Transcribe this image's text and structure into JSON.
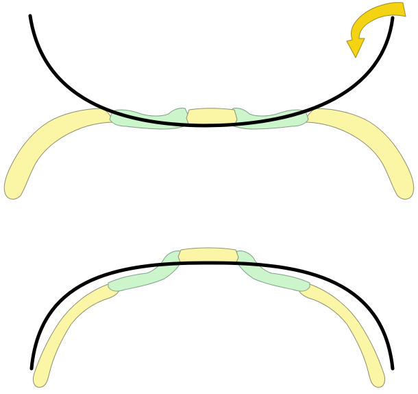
{
  "colors": {
    "rib": "#fbf5a6",
    "cartilage": "#ccf5cc",
    "bar": "#000000",
    "arrow": "#f3d312",
    "background": "#ffffff"
  },
  "panels": [
    {
      "id": "before",
      "shape": "inverted-arch",
      "bar": "curved-downward"
    },
    {
      "id": "after",
      "shape": "arch",
      "bar": "flipped-upward"
    }
  ],
  "icons": [
    "rotation-arrow-icon"
  ]
}
